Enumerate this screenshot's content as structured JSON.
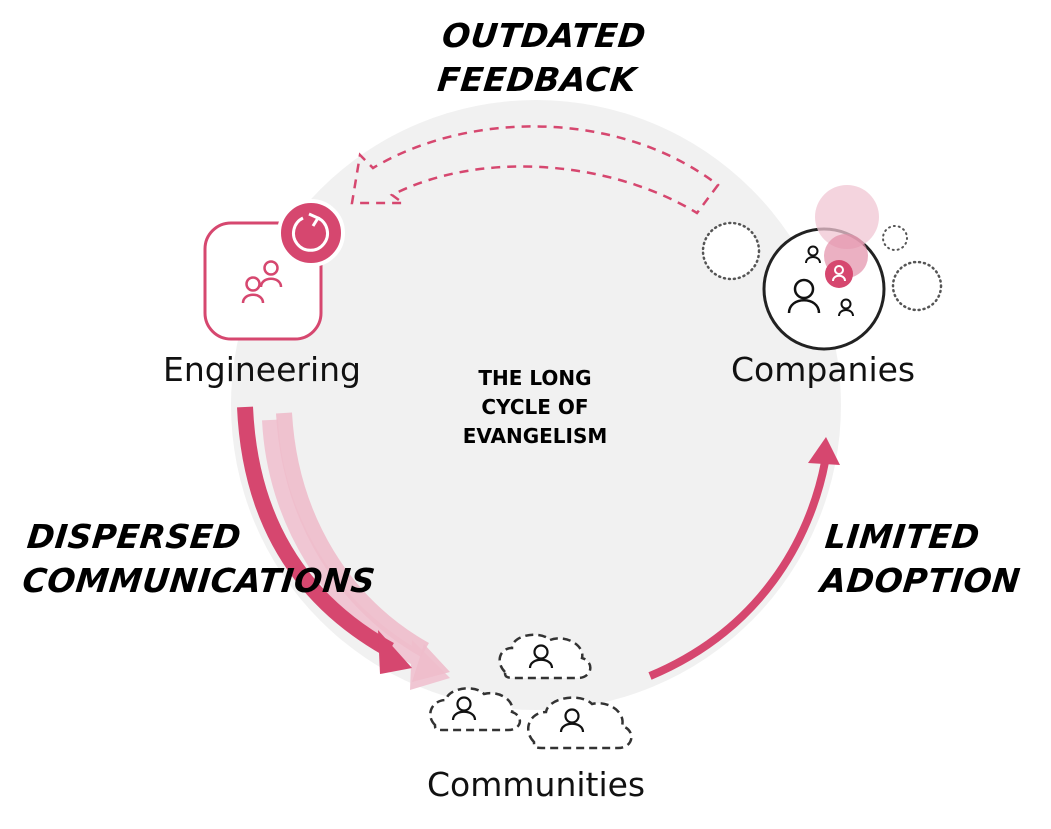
{
  "title": "THE LONG CYCLE OF EVANGELISM",
  "center_title_lines": [
    "THE LONG",
    "CYCLE OF",
    "EVANGELISM"
  ],
  "phases": {
    "outdated_feedback": [
      "OUTDATED",
      "FEEDBACK"
    ],
    "dispersed_communications": [
      "DISPERSED",
      "COMMUNICATIONS"
    ],
    "limited_adoption": [
      "LIMITED",
      "ADOPTION"
    ]
  },
  "nodes": {
    "engineering": {
      "label": "Engineering",
      "icon": "people-icon",
      "badge_icon": "refresh-icon"
    },
    "companies": {
      "label": "Companies",
      "icon": "person-group-icon"
    },
    "communities": {
      "label": "Communities",
      "icon": "cloud-person-icon"
    }
  },
  "colors": {
    "accent": "#d6476f",
    "accent_light": "#eebccb",
    "accent_pale": "#f5d6df",
    "circle_bg": "#f1f1f1",
    "ink": "#111111"
  }
}
